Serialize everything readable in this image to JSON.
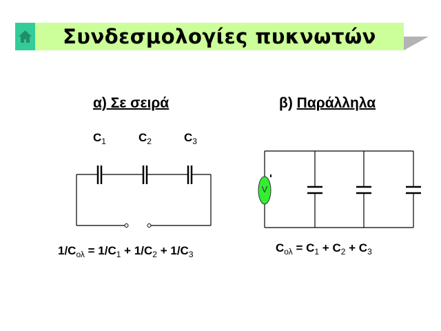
{
  "slide": {
    "title": "Συνδεσμολογίες πυκνωτών",
    "home_icon": "home-icon",
    "colors": {
      "banner": "#ccff99",
      "home_button": "#33cc99",
      "home_house": "#1f8f66",
      "shadow": "#b3b3b3",
      "source_fill": "#33ee33"
    }
  },
  "series": {
    "prefix": "α)",
    "heading": "Σε σειρά",
    "labels": [
      {
        "letter": "C",
        "sub": "1"
      },
      {
        "letter": "C",
        "sub": "2"
      },
      {
        "letter": "C",
        "sub": "3"
      }
    ],
    "formula": {
      "lhs_prefix": "1/C",
      "lhs_sub": "ολ",
      "eq": " = ",
      "terms": [
        {
          "prefix": "1/C",
          "sub": "1"
        },
        {
          "prefix": "1/C",
          "sub": "2"
        },
        {
          "prefix": "1/C",
          "sub": "3"
        }
      ],
      "plus": " + "
    }
  },
  "parallel": {
    "prefix": "β)",
    "heading": "Παράλληλα",
    "source_label": "V",
    "formula": {
      "lhs": "C",
      "lhs_sub": "ολ",
      "eq": " = ",
      "terms": [
        {
          "letter": "C",
          "sub": "1"
        },
        {
          "letter": "C",
          "sub": "2"
        },
        {
          "letter": "C",
          "sub": "3"
        }
      ],
      "plus": " + "
    }
  }
}
